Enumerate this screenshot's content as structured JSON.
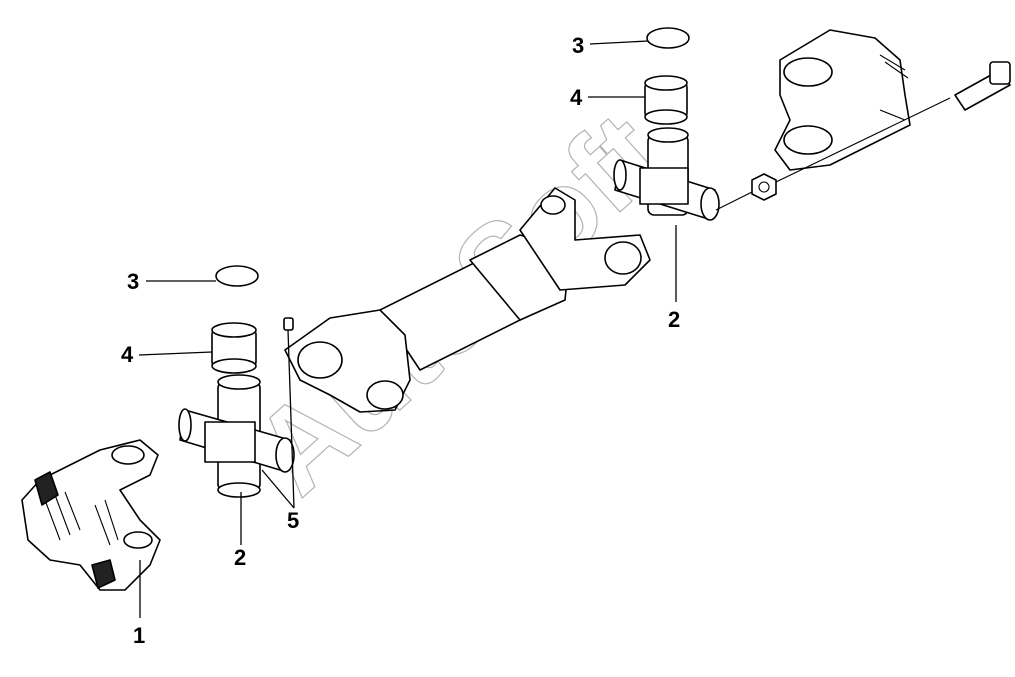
{
  "diagram": {
    "callouts": [
      {
        "id": "c1",
        "label": "1"
      },
      {
        "id": "c2a",
        "label": "2"
      },
      {
        "id": "c2b",
        "label": "2"
      },
      {
        "id": "c3a",
        "label": "3"
      },
      {
        "id": "c3b",
        "label": "3"
      },
      {
        "id": "c4a",
        "label": "4"
      },
      {
        "id": "c4b",
        "label": "4"
      },
      {
        "id": "c5",
        "label": "5"
      }
    ],
    "watermark": "AutoSoft",
    "line_color": "#000000",
    "watermark_color": "#9a9a9a"
  }
}
